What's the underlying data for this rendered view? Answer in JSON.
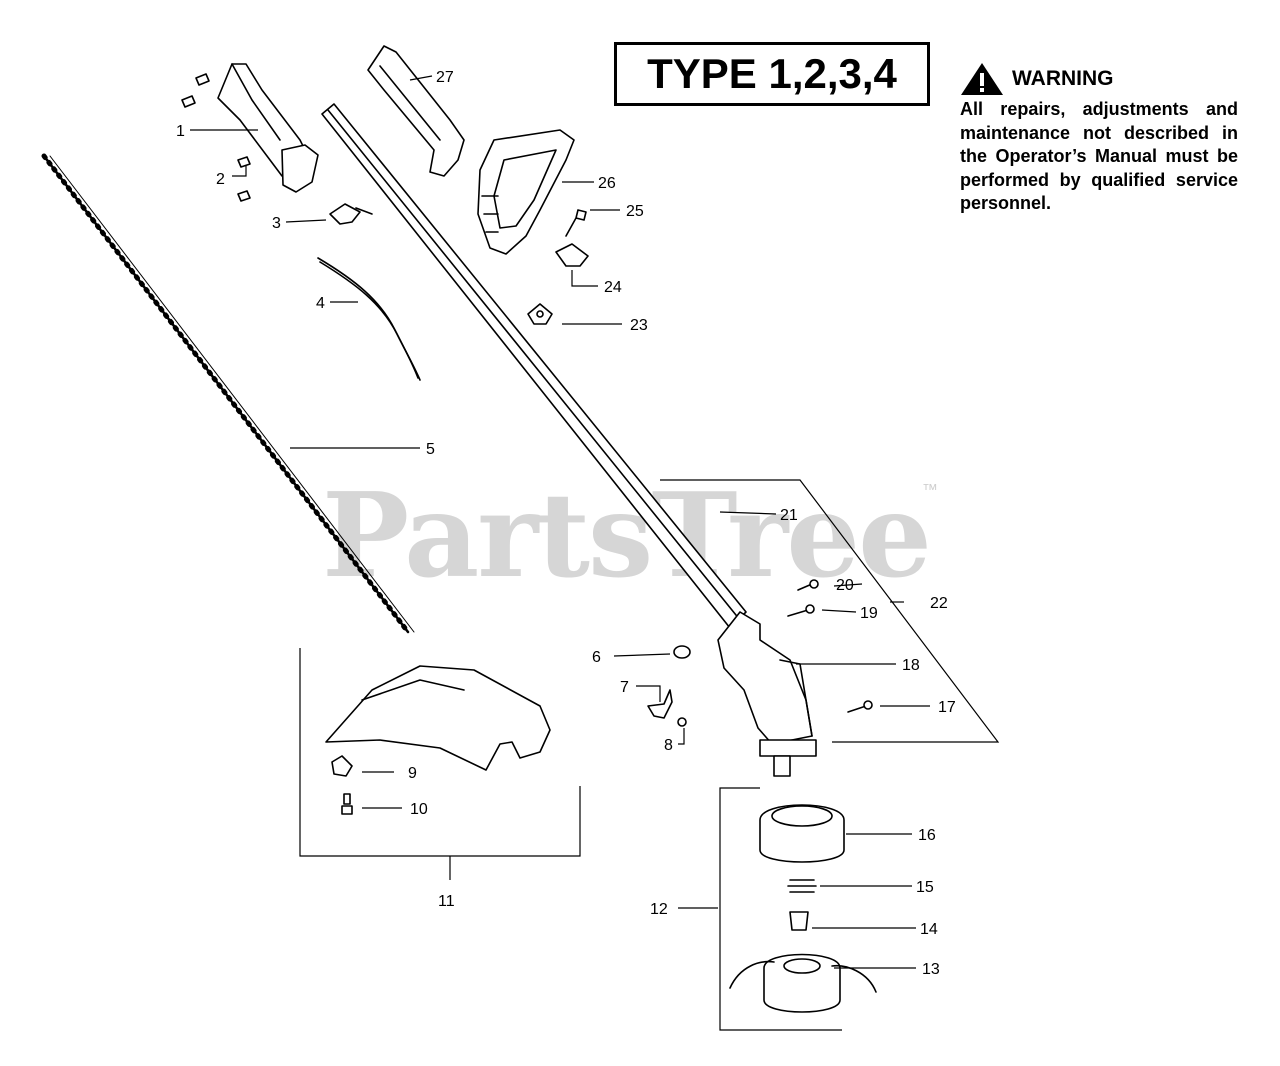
{
  "title_box": "TYPE 1,2,3,4",
  "warning": {
    "heading": "WARNING",
    "text": "All repairs, adjustments and maintenance not described in the Operator’s Manual must be performed by qualified service personnel."
  },
  "watermark": {
    "brand": "PartsTree",
    "tm": "™"
  },
  "callouts": [
    "1",
    "2",
    "3",
    "4",
    "5",
    "6",
    "7",
    "8",
    "9",
    "10",
    "11",
    "12",
    "13",
    "14",
    "15",
    "16",
    "17",
    "18",
    "19",
    "20",
    "21",
    "22",
    "23",
    "24",
    "25",
    "26",
    "27"
  ]
}
